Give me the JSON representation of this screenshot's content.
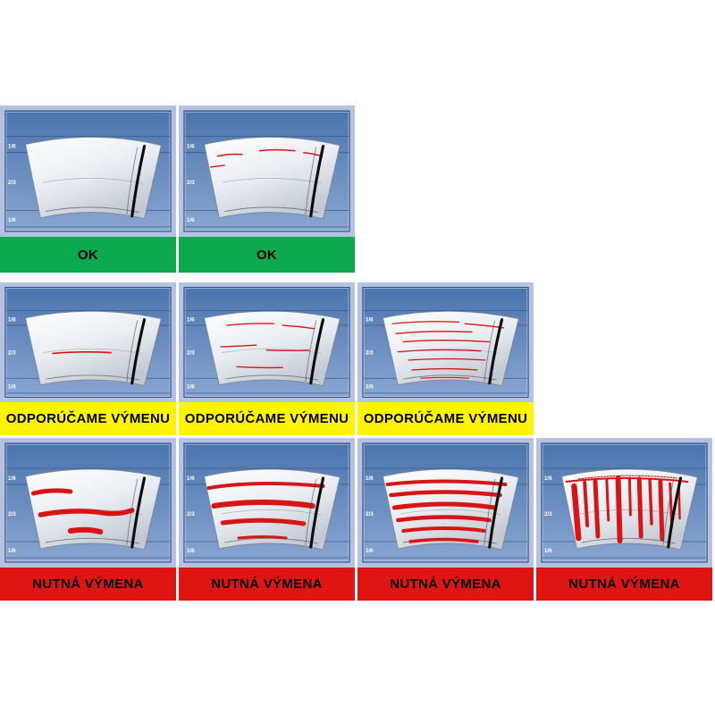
{
  "page": {
    "background": "#ffffff"
  },
  "panel": {
    "scale_labels": [
      "1/6",
      "2/3",
      "1/6"
    ],
    "frame_color": "#b6c2e4",
    "glass_top": "#4a74ad",
    "glass_bottom": "#8aa6d2",
    "fan_light": "#ffffff",
    "fan_mid": "#e9edf2",
    "fan_dark": "#c3c9d3",
    "line_color": "#2d5684",
    "streak_color": "#d81414",
    "blade_color": "#0d0d0d"
  },
  "statuses": {
    "ok": {
      "label": "OK",
      "color": "#0ca94e",
      "text_color": "#000000"
    },
    "recommend": {
      "label": "ODPORÚČAME VÝMENU",
      "color": "#fff500",
      "text_color": "#000000"
    },
    "replace": {
      "label": "NUTNÁ VÝMENA",
      "color": "#de1512",
      "text_color": "#000000"
    }
  },
  "rows": [
    {
      "cells": [
        {
          "status": "ok",
          "severity": 0
        },
        {
          "status": "ok",
          "severity": 1
        }
      ]
    },
    {
      "cells": [
        {
          "status": "recommend",
          "severity": 2
        },
        {
          "status": "recommend",
          "severity": 3
        },
        {
          "status": "recommend",
          "severity": 4
        }
      ]
    },
    {
      "cells": [
        {
          "status": "replace",
          "severity": 5
        },
        {
          "status": "replace",
          "severity": 6
        },
        {
          "status": "replace",
          "severity": 7
        },
        {
          "status": "replace",
          "severity": 8
        }
      ]
    }
  ]
}
